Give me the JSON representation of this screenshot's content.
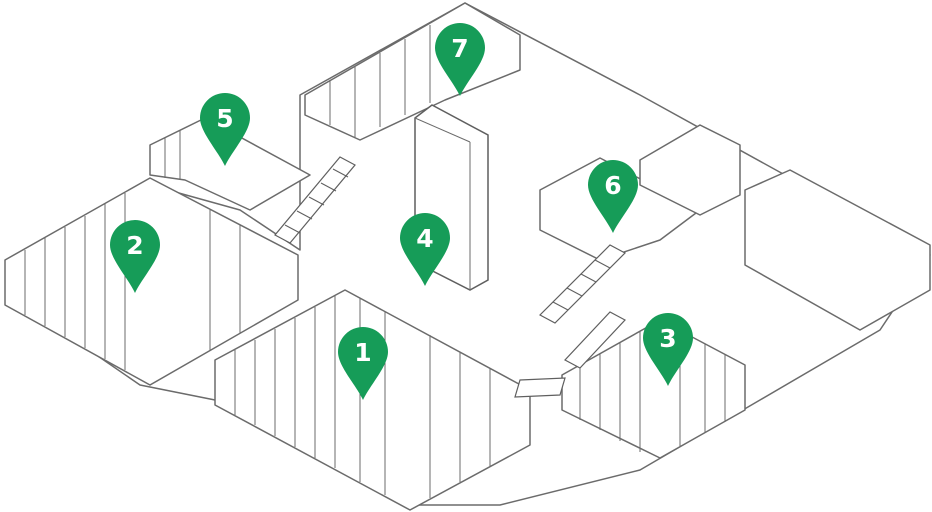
{
  "floor_plan": {
    "accent_color": "#169c58",
    "markers": [
      {
        "id": "1",
        "label": "1"
      },
      {
        "id": "2",
        "label": "2"
      },
      {
        "id": "3",
        "label": "3"
      },
      {
        "id": "4",
        "label": "4"
      },
      {
        "id": "5",
        "label": "5"
      },
      {
        "id": "6",
        "label": "6"
      },
      {
        "id": "7",
        "label": "7"
      }
    ]
  }
}
